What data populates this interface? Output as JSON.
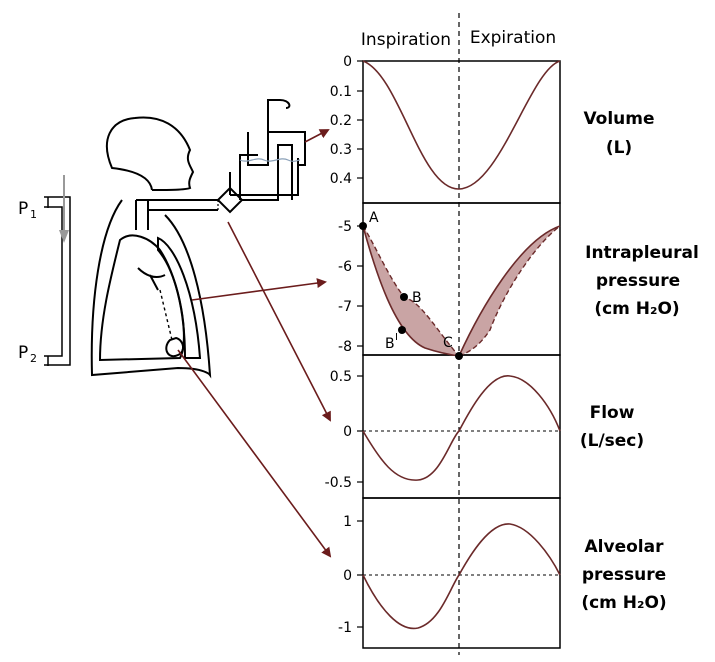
{
  "header": {
    "inspiration": "Inspiration",
    "expiration": "Expiration"
  },
  "panels": {
    "volume": {
      "title": "Volume",
      "unit": "(L)",
      "ticks": [
        "0",
        "0.1",
        "0.2",
        "0.3",
        "0.4"
      ]
    },
    "intrapleural": {
      "title": "Intrapleural",
      "title2": "pressure",
      "unit": "(cm H₂O)",
      "ticks": [
        "-5",
        "-6",
        "-7",
        "-8"
      ],
      "points": {
        "a": "A",
        "b": "B",
        "b1": "B",
        "b1_sup": "I",
        "c": "C"
      }
    },
    "flow": {
      "title": "Flow",
      "unit": "(L/sec)",
      "ticks": [
        "0.5",
        "0",
        "-0.5"
      ]
    },
    "alveolar": {
      "title": "Alveolar",
      "title2": "pressure",
      "unit": "(cm H₂O)",
      "ticks": [
        "1",
        "0",
        "-1"
      ]
    }
  },
  "pressure_labels": {
    "p1": "P",
    "p1_sub": "1",
    "p2": "P",
    "p2_sub": "2"
  },
  "colors": {
    "curve": "#6b2a2a",
    "fill": "#c9a4a4",
    "arrow": "#6b1c1c",
    "grey": "#999999"
  }
}
